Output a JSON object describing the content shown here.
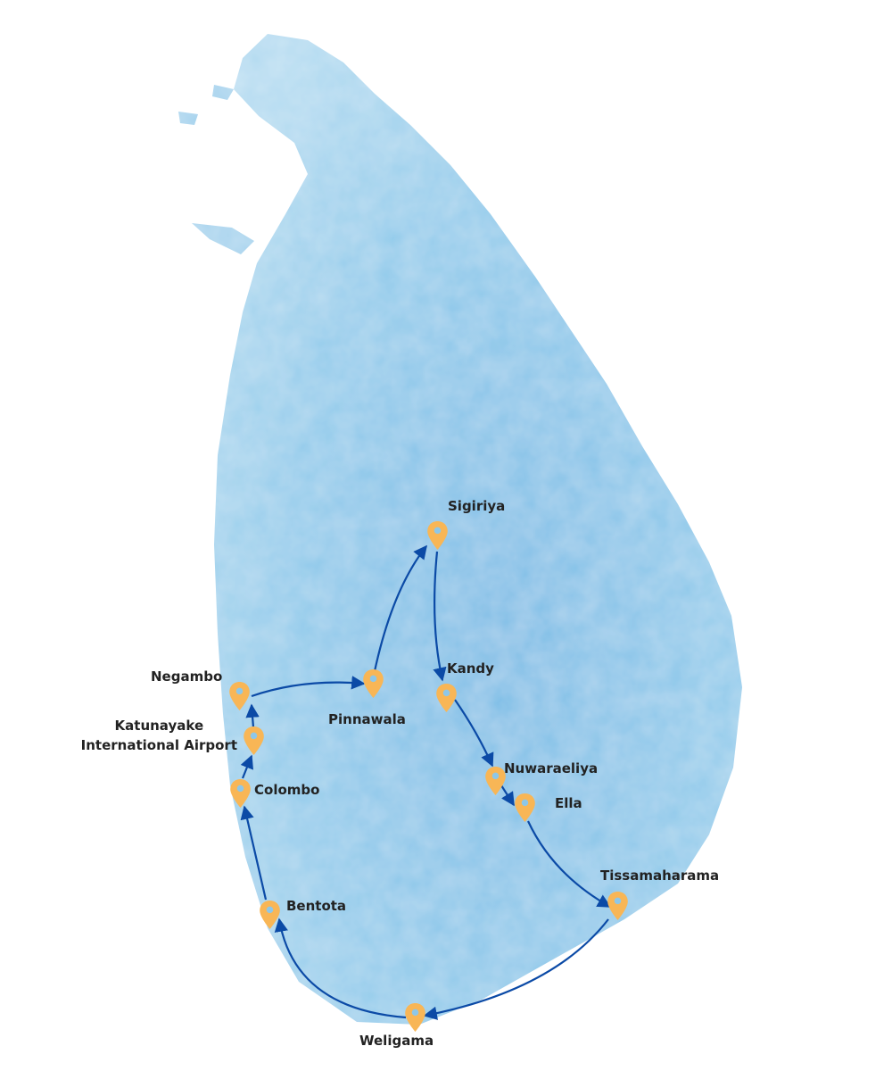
{
  "colors": {
    "land": "#8ec7e8",
    "route": "#0b4aa6",
    "pin": "#f8b656",
    "label": "#222222"
  },
  "places": {
    "sigiriya": "Sigiriya",
    "pinnawala": "Pinnawala",
    "kandy": "Kandy",
    "negambo": "Negambo",
    "katunayake_line1": "Katunayake",
    "katunayake_line2": "International Airport",
    "colombo": "Colombo",
    "nuwaraeliya": "Nuwaraeliya",
    "ella": "Ella",
    "tissamaharama": "Tissamaharama",
    "bentota": "Bentota",
    "weligama": "Weligama"
  },
  "route_order": [
    "Colombo",
    "Katunayake International Airport",
    "Negambo",
    "Pinnawala",
    "Sigiriya",
    "Kandy",
    "Nuwaraeliya",
    "Ella",
    "Tissamaharama",
    "Weligama",
    "Bentota",
    "Colombo"
  ]
}
